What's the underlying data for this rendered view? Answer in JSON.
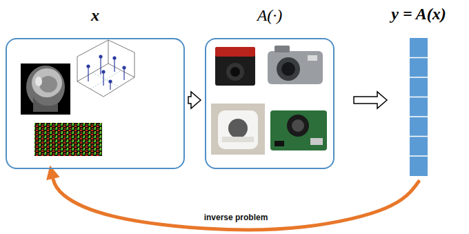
{
  "diagram": {
    "nodes": [
      {
        "text": [
          "x"
        ]
      },
      {
        "text": [
          "A(·)"
        ]
      },
      {
        "text": [
          "y = A(x)"
        ]
      }
    ],
    "edges": [
      {
        "from": 0,
        "to": 1,
        "arrow": "to"
      },
      {
        "from": 1,
        "to": 2,
        "arrow": "to"
      },
      {
        "from": 2,
        "to": 0,
        "label": "inverse problem",
        "arrow": "to"
      }
    ]
  }
}
